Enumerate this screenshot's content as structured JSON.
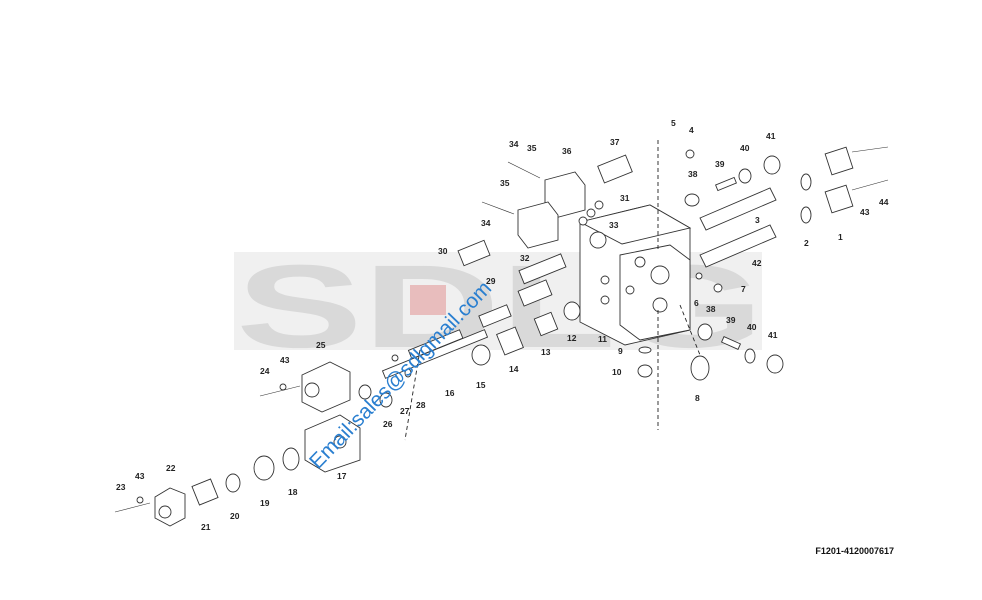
{
  "watermark": "SDLG",
  "email_watermark": "Email:sales@sdlgmail.com",
  "reference_code": "F1201-4120007617",
  "callouts": [
    {
      "id": "c1",
      "text": "1"
    },
    {
      "id": "c2",
      "text": "2"
    },
    {
      "id": "c3",
      "text": "3"
    },
    {
      "id": "c4",
      "text": "4"
    },
    {
      "id": "c5",
      "text": "5"
    },
    {
      "id": "c6",
      "text": "6"
    },
    {
      "id": "c7",
      "text": "7"
    },
    {
      "id": "c8",
      "text": "8"
    },
    {
      "id": "c9",
      "text": "9"
    },
    {
      "id": "c10",
      "text": "10"
    },
    {
      "id": "c11",
      "text": "11"
    },
    {
      "id": "c12",
      "text": "12"
    },
    {
      "id": "c13",
      "text": "13"
    },
    {
      "id": "c14",
      "text": "14"
    },
    {
      "id": "c15",
      "text": "15"
    },
    {
      "id": "c16",
      "text": "16"
    },
    {
      "id": "c17",
      "text": "17"
    },
    {
      "id": "c18",
      "text": "18"
    },
    {
      "id": "c19",
      "text": "19"
    },
    {
      "id": "c20",
      "text": "20"
    },
    {
      "id": "c21",
      "text": "21"
    },
    {
      "id": "c22",
      "text": "22"
    },
    {
      "id": "c23",
      "text": "23"
    },
    {
      "id": "c24",
      "text": "24"
    },
    {
      "id": "c25",
      "text": "25"
    },
    {
      "id": "c26",
      "text": "26"
    },
    {
      "id": "c27",
      "text": "27"
    },
    {
      "id": "c28",
      "text": "28"
    },
    {
      "id": "c29",
      "text": "29"
    },
    {
      "id": "c30",
      "text": "30"
    },
    {
      "id": "c31",
      "text": "31"
    },
    {
      "id": "c32",
      "text": "32"
    },
    {
      "id": "c33",
      "text": "33"
    },
    {
      "id": "c34a",
      "text": "34"
    },
    {
      "id": "c34b",
      "text": "34"
    },
    {
      "id": "c35a",
      "text": "35"
    },
    {
      "id": "c35b",
      "text": "35"
    },
    {
      "id": "c36",
      "text": "36"
    },
    {
      "id": "c37",
      "text": "37"
    },
    {
      "id": "c38a",
      "text": "38"
    },
    {
      "id": "c38b",
      "text": "38"
    },
    {
      "id": "c39a",
      "text": "39"
    },
    {
      "id": "c39b",
      "text": "39"
    },
    {
      "id": "c40a",
      "text": "40"
    },
    {
      "id": "c40b",
      "text": "40"
    },
    {
      "id": "c41a",
      "text": "41"
    },
    {
      "id": "c41b",
      "text": "41"
    },
    {
      "id": "c42",
      "text": "42"
    },
    {
      "id": "c43a",
      "text": "43"
    },
    {
      "id": "c43b",
      "text": "43"
    },
    {
      "id": "c43c",
      "text": "43"
    },
    {
      "id": "c44",
      "text": "44"
    }
  ]
}
